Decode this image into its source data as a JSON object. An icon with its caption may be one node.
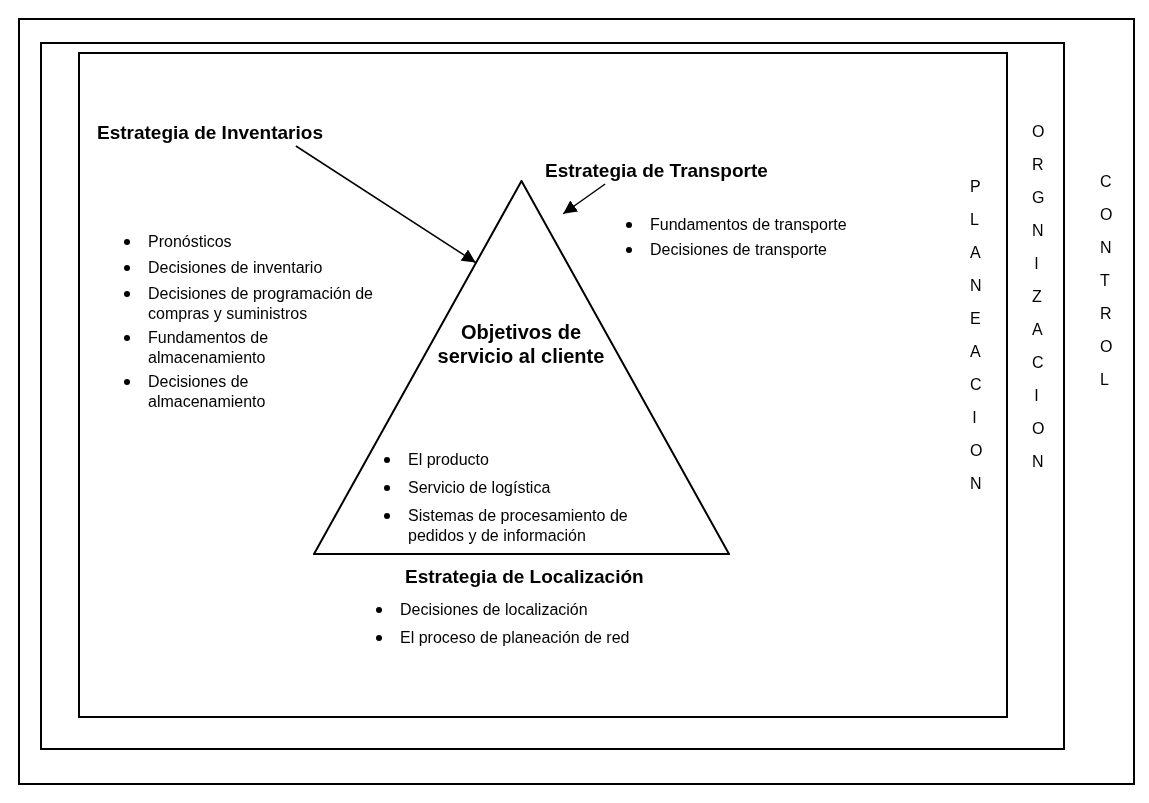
{
  "diagram": {
    "nodes": [
      {
        "text": [
          "CONTROL"
        ]
      },
      {
        "text": [
          "ORGNIZACION"
        ],
        "in": 0
      },
      {
        "text": [
          "PLANEACION"
        ],
        "in": 1
      },
      {
        "text": [
          "Estrategia de Inventarios"
        ],
        "in": 2
      },
      {
        "text": [
          "Estrategia de Transporte"
        ],
        "in": 2
      },
      {
        "text": [
          "Objetivos de servicio al cliente",
          "El producto",
          "Servicio de logística",
          "Sistemas de procesamiento de pedidos y de información"
        ],
        "in": 2
      }
    ],
    "edges": [
      {
        "from": 3,
        "to": 5,
        "arrow": "to"
      },
      {
        "from": 4,
        "to": 5,
        "arrow": "to"
      }
    ],
    "labels": [
      "Pronósticos",
      "Decisiones de inventario",
      "Decisiones de programación de compras y suministros",
      "Fundamentos de almacenamiento",
      "Decisiones de almacenamiento",
      "Fundamentos de transporte",
      "Decisiones de transporte",
      "Estrategia de Localización",
      "Decisiones de localización",
      "El proceso de planeación de red"
    ]
  }
}
